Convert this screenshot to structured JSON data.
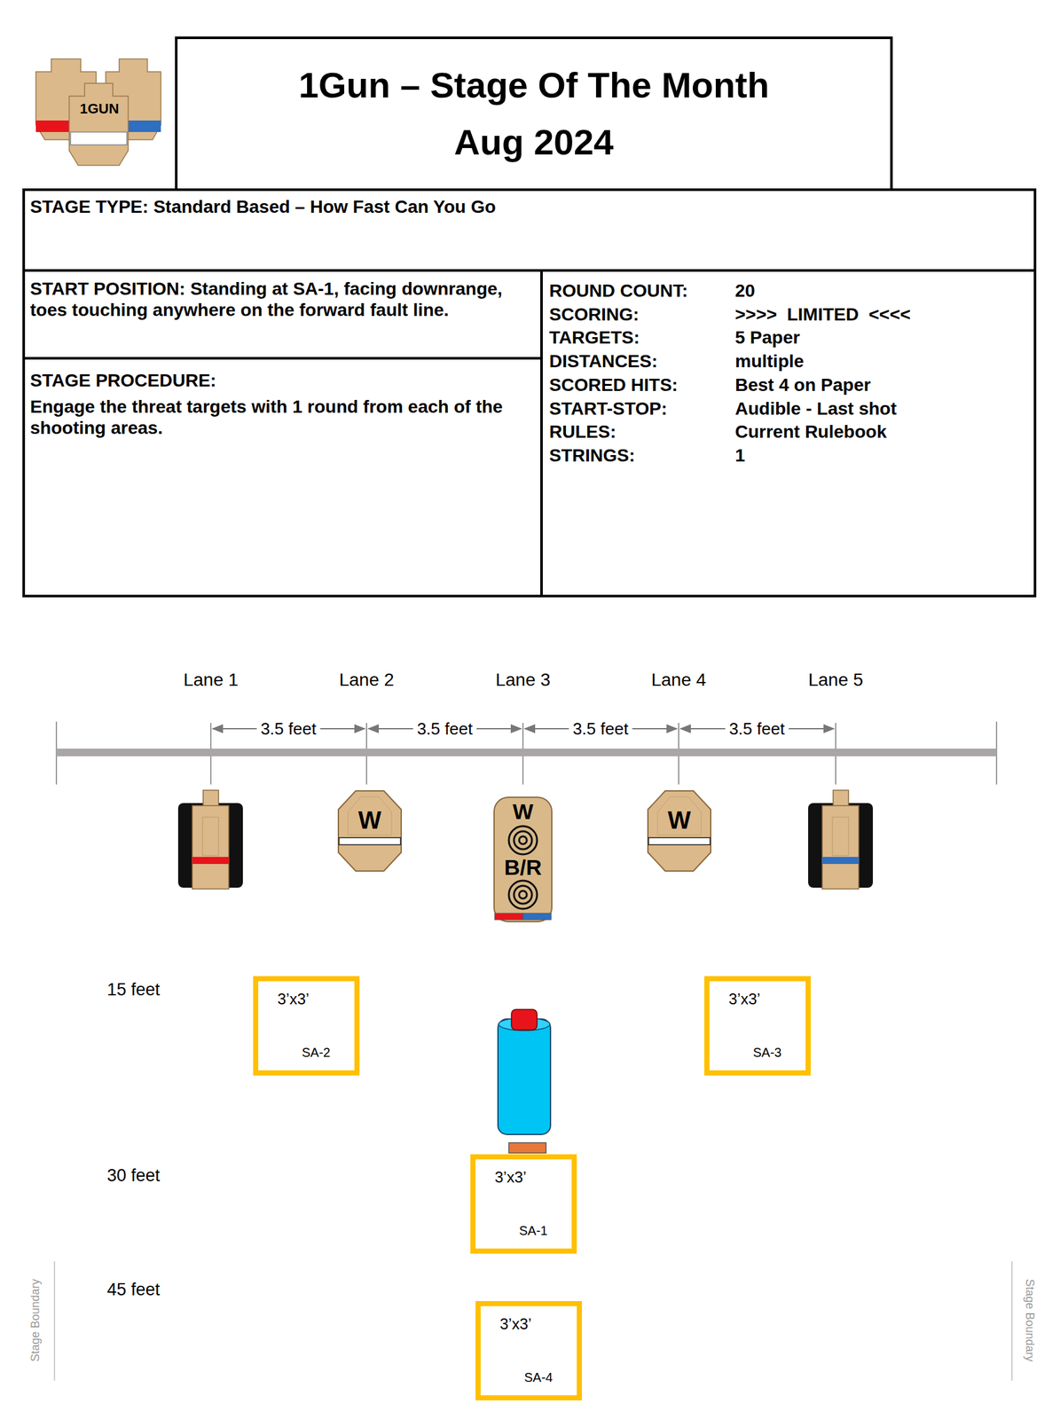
{
  "diagram": {
    "title": "1Gun – Stage Of The Month",
    "nodes": [
      {
        "text": [
          "STAGE TYPE: Standard Based – How Fast Can You Go"
        ]
      },
      {
        "text": [
          "START POSITION:  Standing at SA-1, facing downrange, toes touching anywhere on the forward fault line."
        ]
      },
      {
        "text": [
          "STAGE PROCEDURE:",
          "Engage the threat targets with 1 round from each of the shooting areas."
        ]
      },
      {
        "text": [
          "ROUND COUNT:",
          "20",
          "SCORING:",
          ">>>>  LIMITED  <<<<",
          "TARGETS:",
          "5 Paper",
          "DISTANCES:",
          "multiple",
          "SCORED HITS:",
          "Best 4 on Paper",
          "START-STOP:",
          "Audible - Last shot",
          "RULES:",
          "Current Rulebook",
          "STRINGS:",
          "1"
        ]
      },
      {
        "text": [
          "W"
        ]
      },
      {
        "text": [
          "W",
          "B/R"
        ]
      },
      {
        "text": [
          "W"
        ]
      },
      {
        "text": [
          "3’x3’",
          "SA-2"
        ]
      },
      {
        "text": [
          "3’x3’",
          "SA-3"
        ]
      },
      {
        "text": [
          "3’x3’",
          "SA-1"
        ]
      },
      {
        "text": [
          "3’x3’",
          "SA-4"
        ]
      }
    ],
    "edges": [],
    "labels": [
      "1GUN",
      "Aug 2024",
      "Lane 1",
      "Lane 2",
      "Lane 3",
      "Lane 4",
      "Lane 5",
      "3.5 feet",
      "3.5 feet",
      "3.5 feet",
      "3.5 feet",
      "15 feet",
      "30 feet",
      "45 feet",
      "Stage Boundary",
      "Stage Boundary"
    ]
  }
}
